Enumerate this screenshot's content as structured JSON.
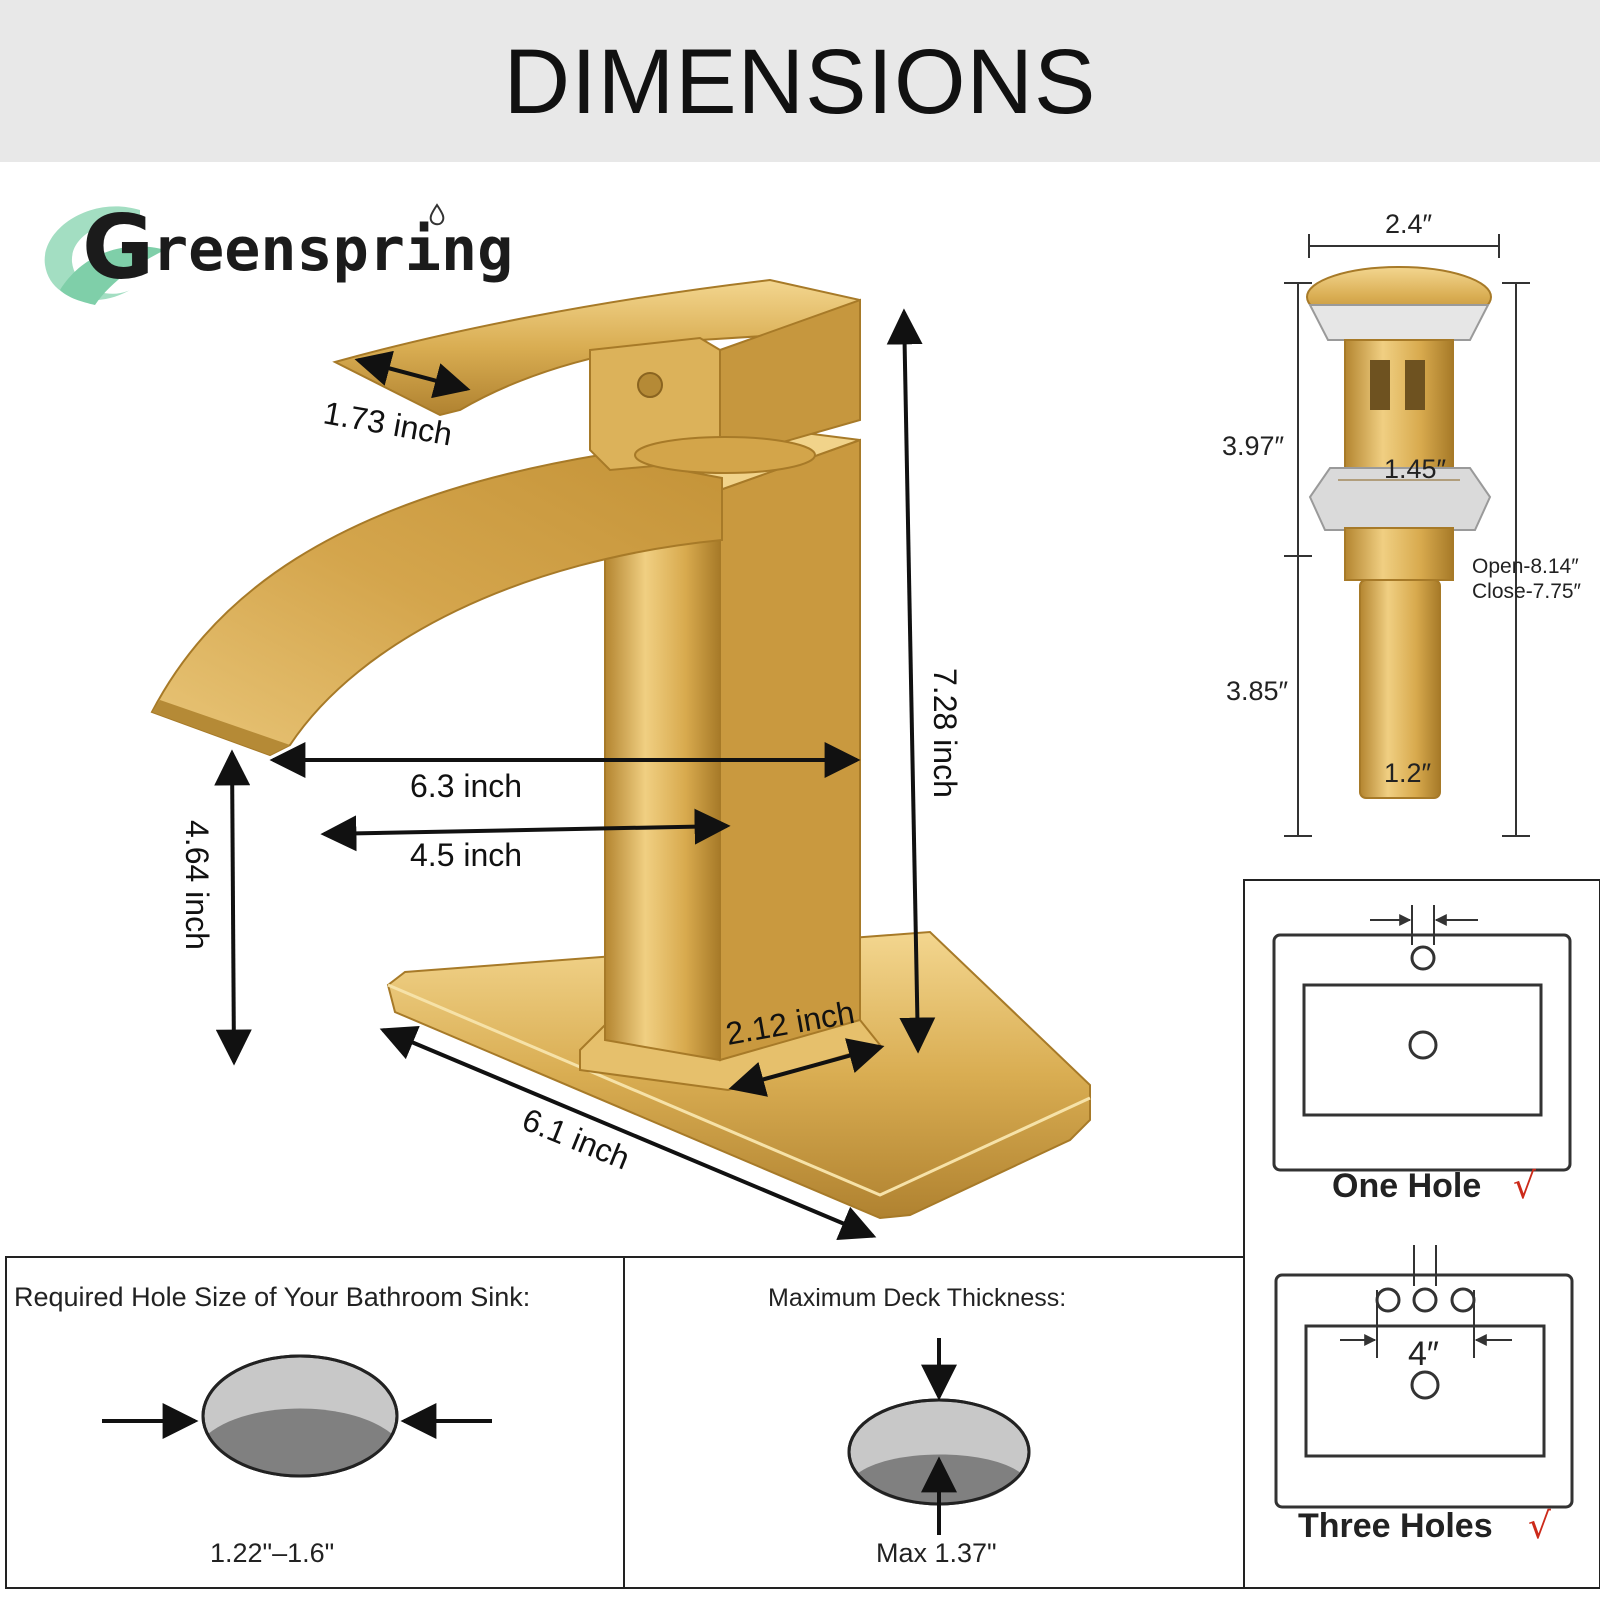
{
  "header": {
    "title": "DIMENSIONS"
  },
  "brand": {
    "name": "reenspring",
    "logo_letter": "G"
  },
  "colors": {
    "gold": "#d9ad52",
    "gold_light": "#f1d38a",
    "gold_dark": "#a97c2a",
    "logo_green": "#9fdcc0",
    "check_red": "#cc2a1a",
    "header_bg": "#e8e8e8"
  },
  "faucet": {
    "handle_width": "1.73 inch",
    "total_height": "7.28 inch",
    "spout_reach": "6.3 inch",
    "spout_center": "4.5 inch",
    "spout_height": "4.64 inch",
    "plate_length": "6.1 inch",
    "base_width": "2.12 inch"
  },
  "drain": {
    "top_width": "2.4″",
    "upper_height": "3.97″",
    "thread_width": "1.45″",
    "lower_height": "3.85″",
    "pipe_width": "1.2″",
    "open_len": "Open-8.14″",
    "close_len": "Close-7.75″"
  },
  "hole_size": {
    "title": "Required Hole Size of Your Bathroom Sink:",
    "value": "1.22\"–1.6\""
  },
  "deck": {
    "title": "Maximum Deck Thickness:",
    "value": "Max 1.37\""
  },
  "holes": {
    "one_label": "One Hole",
    "three_label": "Three Holes",
    "spacing": "4″",
    "check": "√"
  }
}
